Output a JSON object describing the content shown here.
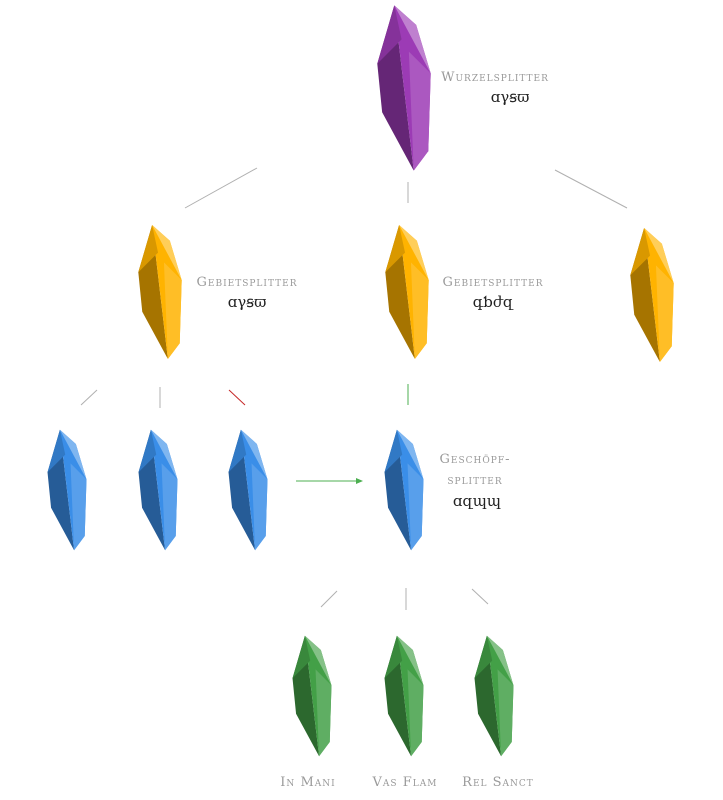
{
  "root": {
    "label": "Wurzelsplitter",
    "script": "ɑγꞩϖ",
    "color": "#9c3bb5"
  },
  "domains": [
    {
      "label": "Gebietsplitter",
      "script": "ɑγꞩϖ",
      "color": "#ffb300"
    },
    {
      "label": "Gebietsplitter",
      "script": "գƅժզ",
      "color": "#ffb300"
    },
    {
      "label": "",
      "script": "",
      "color": "#ffb300"
    }
  ],
  "creature": {
    "label_line1": "Geschöpf-",
    "label_line2": "splitter",
    "script": "ɑզպɰ",
    "color": "#3a8ee8"
  },
  "leaves": [
    {
      "label": "In Mani",
      "color": "#43a047"
    },
    {
      "label": "Vas Flam",
      "color": "#43a047"
    },
    {
      "label": "Rel Sanct",
      "color": "#43a047"
    }
  ],
  "colors": {
    "line": "#b0b0b0",
    "forbidden_line": "#c62828",
    "arrow": "#4caf50",
    "label": "#9a9a9a",
    "script": "#222222"
  }
}
